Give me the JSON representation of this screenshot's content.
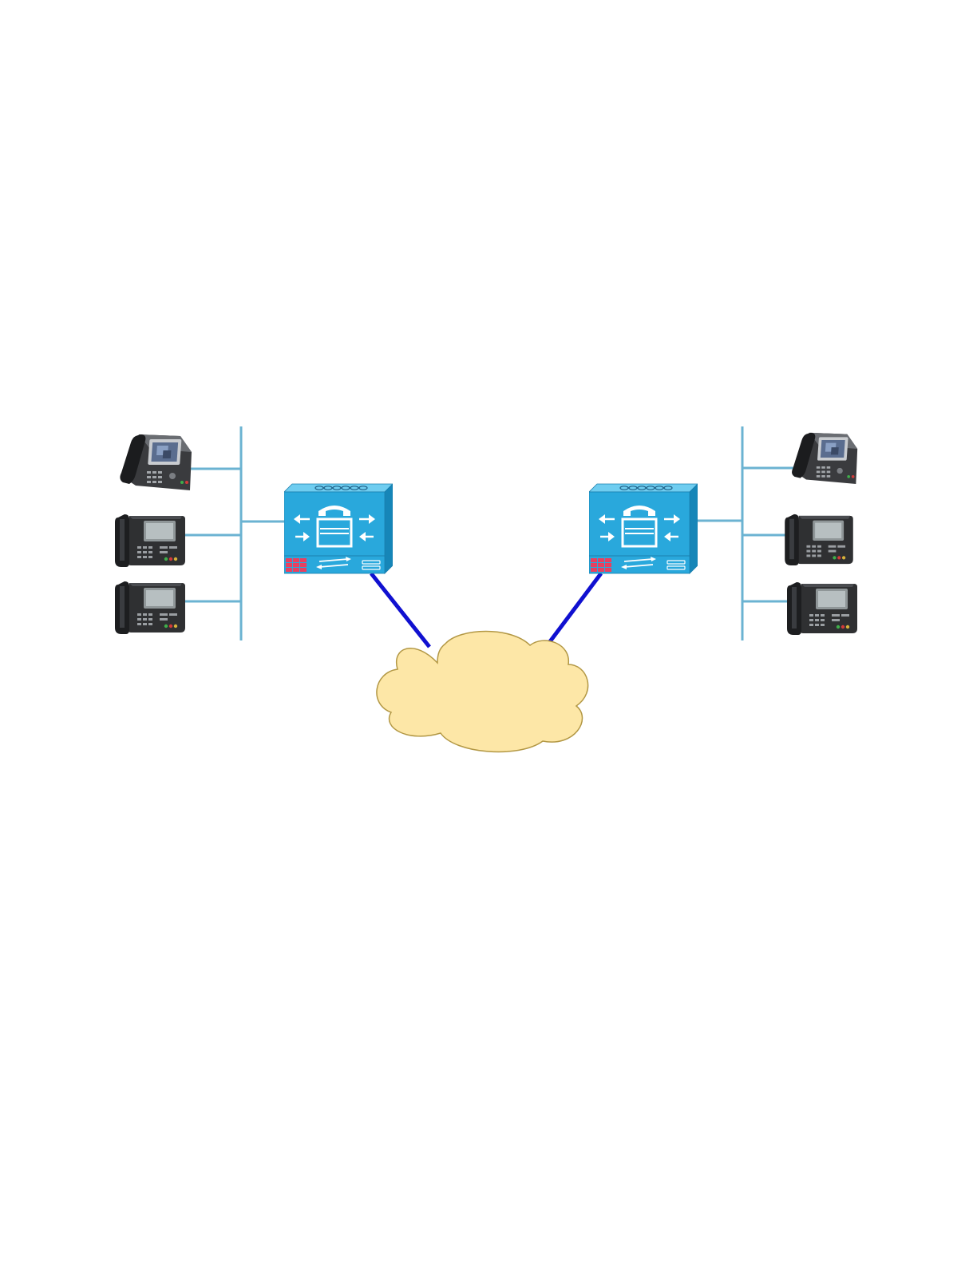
{
  "diagram": {
    "type": "network-topology",
    "colors": {
      "background": "#ffffff",
      "lan_bus": "#6bb3d2",
      "wan_link": "#1010d0",
      "cloud_fill": "#fde7a7",
      "cloud_stroke": "#b39845",
      "router_face": "#29a8dc",
      "router_top": "#6fcdf0",
      "router_side": "#1686b8",
      "router_detail": "#ffffff",
      "router_red_panel": "#e84060",
      "phone_body": "#2f3032",
      "phone_screen": "#b7bfc1",
      "phone_color_screen": "#5a6d8f"
    },
    "nodes": [
      {
        "id": "phone-left-1",
        "kind": "ip-phone-color",
        "icon": "ip-phone-icon"
      },
      {
        "id": "phone-left-2",
        "kind": "ip-phone",
        "icon": "ip-phone-icon"
      },
      {
        "id": "phone-left-3",
        "kind": "ip-phone",
        "icon": "ip-phone-icon"
      },
      {
        "id": "router-left",
        "kind": "unified-communications-router",
        "icon": "voice-router-icon"
      },
      {
        "id": "wan-cloud",
        "kind": "cloud",
        "icon": "cloud-icon"
      },
      {
        "id": "router-right",
        "kind": "unified-communications-router",
        "icon": "voice-router-icon"
      },
      {
        "id": "phone-right-1",
        "kind": "ip-phone-color",
        "icon": "ip-phone-icon"
      },
      {
        "id": "phone-right-2",
        "kind": "ip-phone",
        "icon": "ip-phone-icon"
      },
      {
        "id": "phone-right-3",
        "kind": "ip-phone",
        "icon": "ip-phone-icon"
      }
    ],
    "edges": [
      {
        "from": "phone-left-1",
        "to": "lan-bus-left",
        "kind": "lan"
      },
      {
        "from": "phone-left-2",
        "to": "lan-bus-left",
        "kind": "lan"
      },
      {
        "from": "phone-left-3",
        "to": "lan-bus-left",
        "kind": "lan"
      },
      {
        "from": "router-left",
        "to": "lan-bus-left",
        "kind": "lan"
      },
      {
        "from": "router-left",
        "to": "wan-cloud",
        "kind": "wan"
      },
      {
        "from": "router-right",
        "to": "wan-cloud",
        "kind": "wan"
      },
      {
        "from": "router-right",
        "to": "lan-bus-right",
        "kind": "lan"
      },
      {
        "from": "phone-right-1",
        "to": "lan-bus-right",
        "kind": "lan"
      },
      {
        "from": "phone-right-2",
        "to": "lan-bus-right",
        "kind": "lan"
      },
      {
        "from": "phone-right-3",
        "to": "lan-bus-right",
        "kind": "lan"
      }
    ]
  }
}
